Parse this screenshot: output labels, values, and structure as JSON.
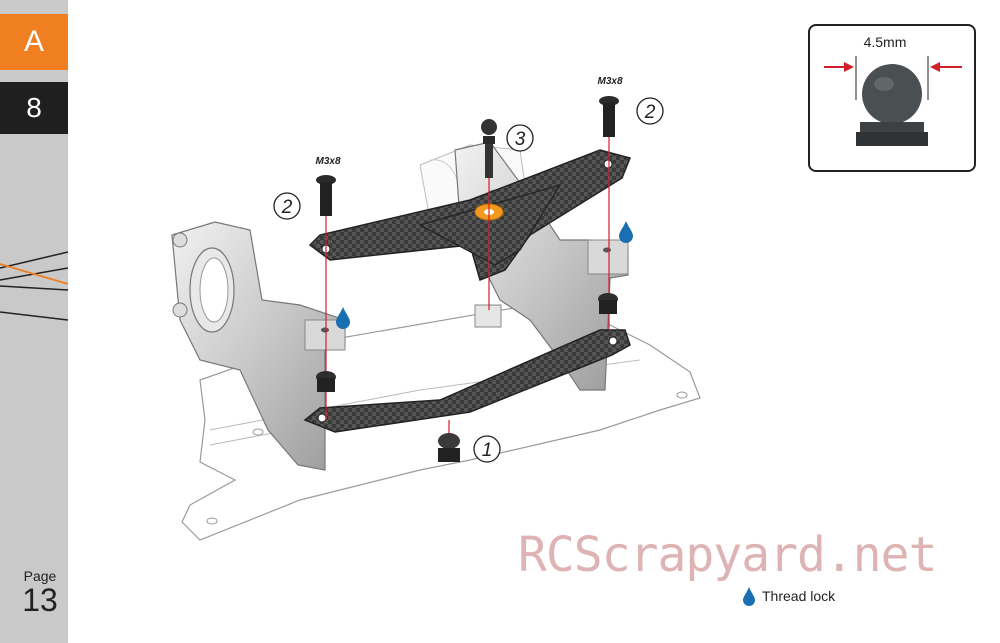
{
  "sidebar": {
    "section_letter": "A",
    "step_number": "8",
    "page_label": "Page",
    "page_number": "13",
    "section_color": "#f07f21",
    "step_color": "#1f1f1f"
  },
  "inset": {
    "dimension_label": "4.5mm",
    "arrow_color": "#d0202a"
  },
  "callouts": {
    "screw_left_spec": "M3x8",
    "screw_right_spec": "M3x8",
    "step_1": "1",
    "step_2_left": "2",
    "step_2_right": "2",
    "step_3": "3"
  },
  "legend": {
    "thread_lock_label": "Thread lock",
    "thread_lock_color": "#1a6fb0"
  },
  "watermark": {
    "text": "RCScrapyard.net"
  }
}
